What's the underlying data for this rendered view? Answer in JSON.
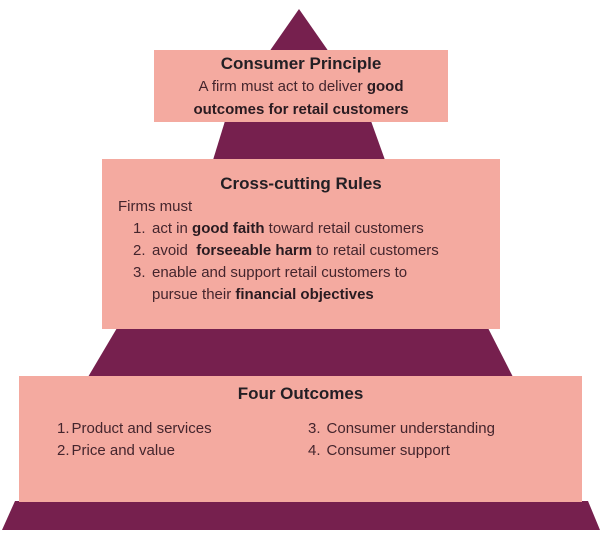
{
  "colors": {
    "pink": "#f4aaa0",
    "maroon": "#76204e",
    "heading_text": "#231f24",
    "body_text": "#44252d",
    "strong_text": "#2a1b21"
  },
  "consumer_principle": {
    "title": "Consumer Principle",
    "body_pre": "A firm must act to deliver ",
    "body_bold_line1": "good",
    "body_bold_line2": "outcomes for retail customers"
  },
  "cross_cutting": {
    "title": "Cross-cutting Rules",
    "intro": "Firms must",
    "items": [
      {
        "num": "1.",
        "pre": "act in ",
        "bold": "good faith",
        "post": " toward retail customers"
      },
      {
        "num": "2.",
        "pre": "avoid  ",
        "bold": "forseeable harm",
        "post": " to retail customers"
      },
      {
        "num": "3.",
        "line1": "enable and support retail customers to",
        "line2_pre": "pursue their ",
        "line2_bold": "financial objectives"
      }
    ]
  },
  "four_outcomes": {
    "title": "Four Outcomes",
    "left": [
      {
        "num": "1.",
        "label": "Product and services"
      },
      {
        "num": "2.",
        "label": "Price and value"
      }
    ],
    "right": [
      {
        "num": "3.",
        "label": "Consumer understanding"
      },
      {
        "num": "4.",
        "label": "Consumer support"
      }
    ]
  }
}
